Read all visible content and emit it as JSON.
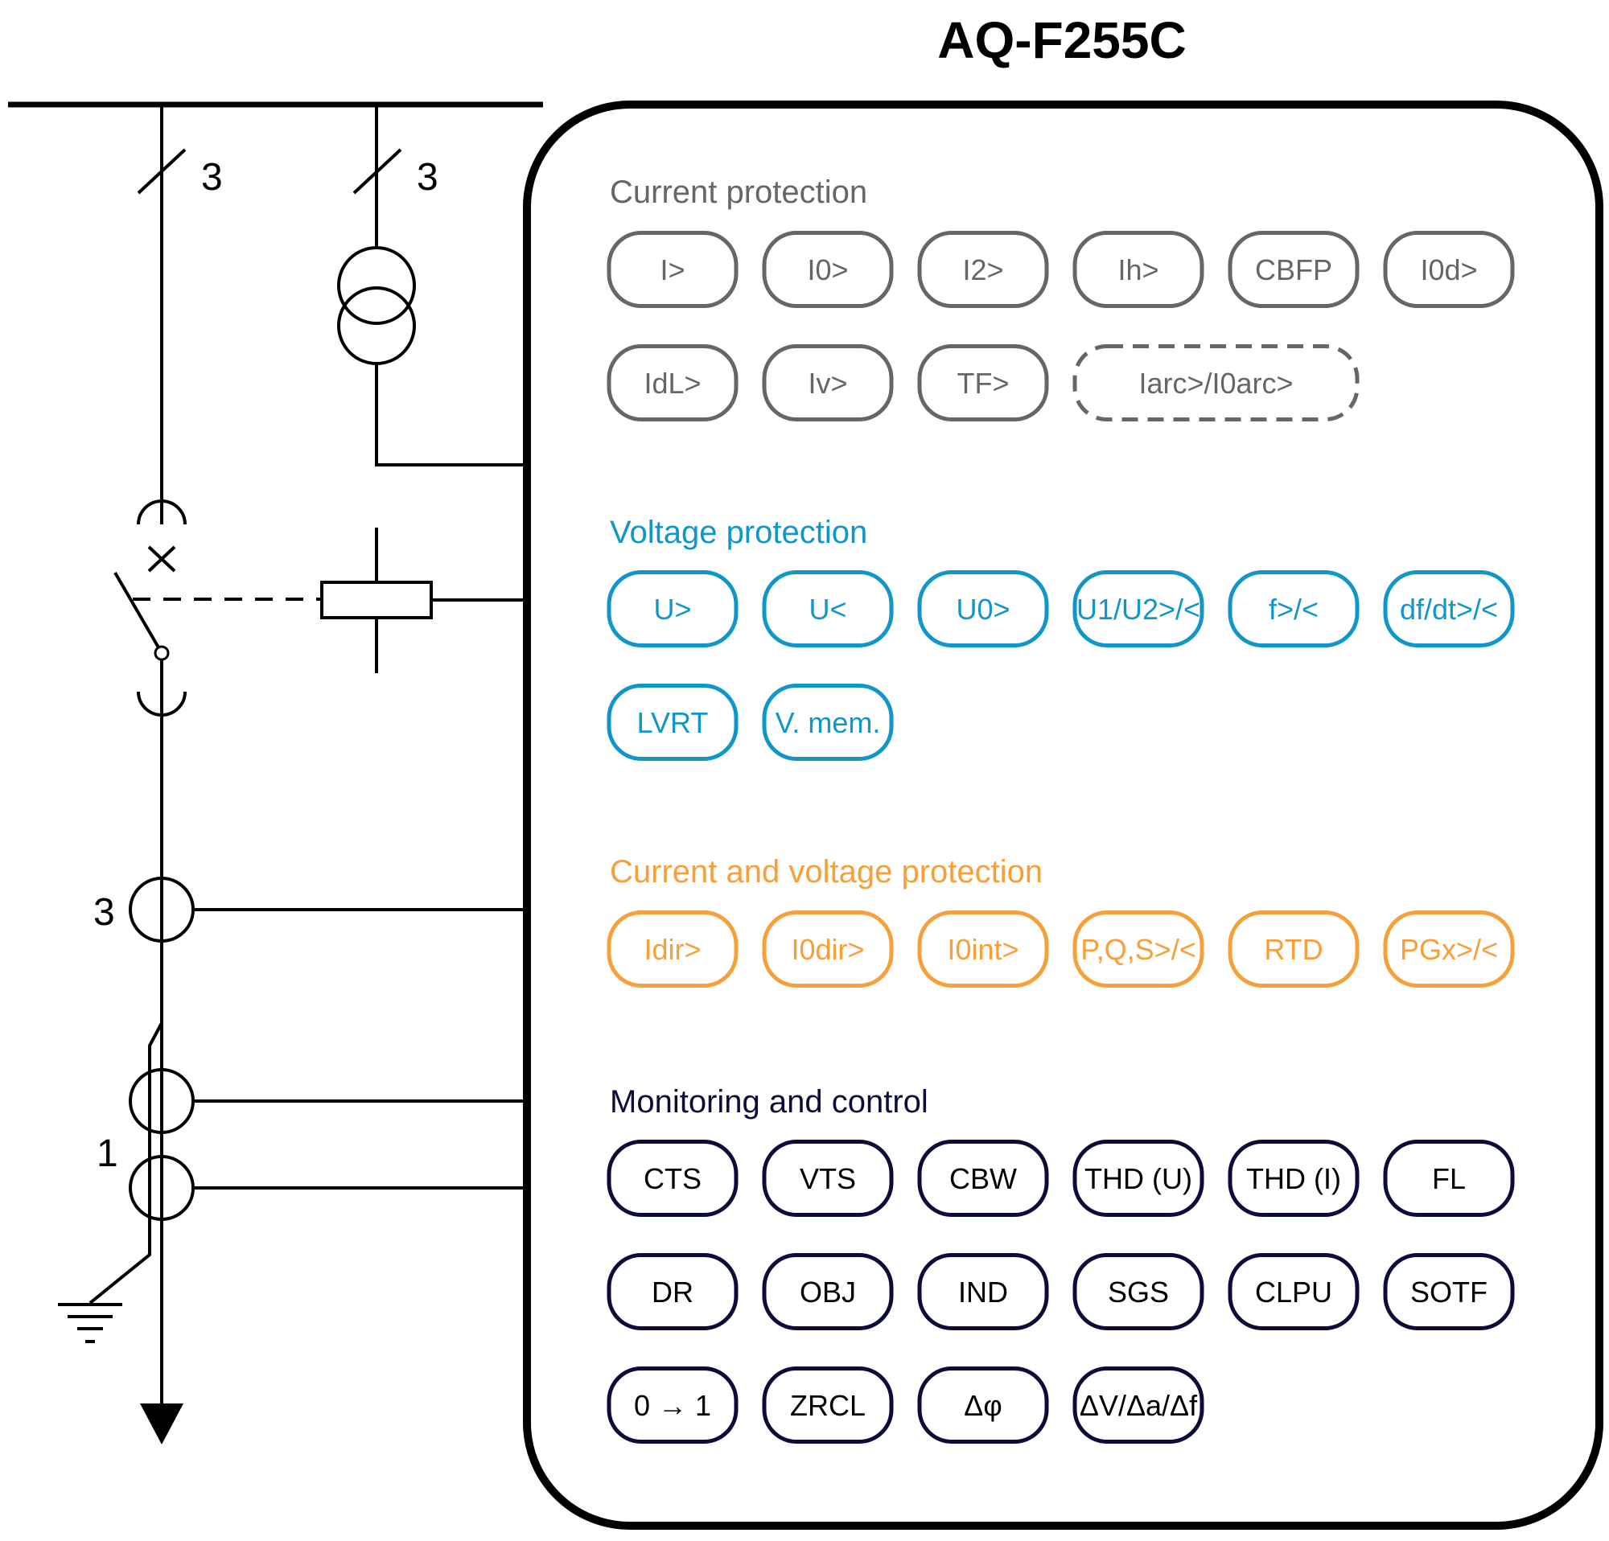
{
  "title": "AQ-F255C",
  "colors": {
    "current": "#666666",
    "voltage": "#1196c9",
    "current_voltage": "#f7a03a",
    "monitoring": "#0c0c3a",
    "line": "#000000"
  },
  "line_labels": {
    "busbar_ct": "3",
    "busbar_vt": "3",
    "phase_ct": "3",
    "residual_ct": "1"
  },
  "sections": [
    {
      "key": "current",
      "heading": "Current protection",
      "color_key": "current",
      "rows": [
        [
          "I>",
          "I0>",
          "I2>",
          "Ih>",
          "CBFP",
          "I0d>"
        ],
        [
          "IdL>",
          "Iv>",
          "TF>",
          "Iarc>/I0arc>"
        ]
      ],
      "optional": [
        "Iarc>/I0arc>"
      ]
    },
    {
      "key": "voltage",
      "heading": "Voltage protection",
      "color_key": "voltage",
      "rows": [
        [
          "U>",
          "U<",
          "U0>",
          "U1/U2>/<",
          "f>/<",
          "df/dt>/<"
        ],
        [
          "LVRT",
          "V. mem."
        ]
      ],
      "optional": []
    },
    {
      "key": "current_voltage",
      "heading": "Current and voltage protection",
      "color_key": "current_voltage",
      "rows": [
        [
          "Idir>",
          "I0dir>",
          "I0int>",
          "P,Q,S>/<",
          "RTD",
          "PGx>/<"
        ]
      ],
      "optional": []
    },
    {
      "key": "monitoring",
      "heading": "Monitoring and control",
      "color_key": "monitoring",
      "rows": [
        [
          "CTS",
          "VTS",
          "CBW",
          "THD (U)",
          "THD (I)",
          "FL"
        ],
        [
          "DR",
          "OBJ",
          "IND",
          "SGS",
          "CLPU",
          "SOTF"
        ],
        [
          "0 → 1",
          "ZRCL",
          "Δφ",
          "ΔV/Δa/Δf"
        ]
      ],
      "optional": []
    }
  ]
}
